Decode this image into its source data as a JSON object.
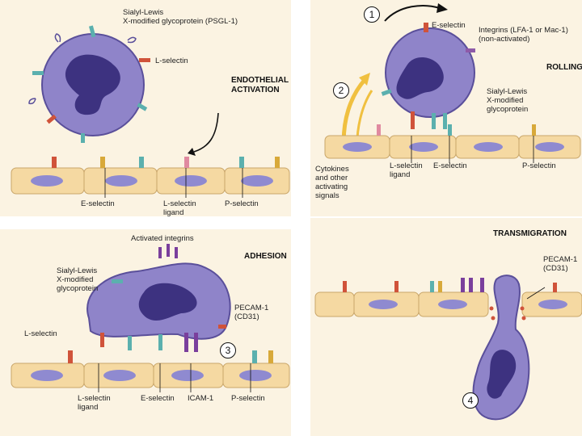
{
  "panel_rest": {
    "sialyl": "Sialyl-Lewis\nX-modified glycoprotein (PSGL-1)",
    "l_selectin": "L-selectin",
    "endothelial_activation": "ENDOTHELIAL\nACTIVATION",
    "e_selectin": "E-selectin",
    "l_selectin_ligand": "L-selectin\nligand",
    "p_selectin": "P-selectin"
  },
  "panel_rolling": {
    "step": "1",
    "step2": "2",
    "e_selectin_top": "E-selectin",
    "integrins": "Integrins (LFA-1 or Mac-1)\n(non-activated)",
    "rolling": "ROLLING",
    "sialyl": "Sialyl-Lewis\nX-modified\nglycoprotein",
    "cytokines": "Cytokines\nand other\nactivating\nsignals",
    "l_selectin_ligand": "L-selectin\nligand",
    "e_selectin": "E-selectin",
    "p_selectin": "P-selectin"
  },
  "panel_adhesion": {
    "activated_integrins": "Activated integrins",
    "adhesion": "ADHESION",
    "sialyl": "Sialyl-Lewis\nX-modified\nglycoprotein",
    "pecam": "PECAM-1\n(CD31)",
    "l_selectin": "L-selectin",
    "step": "3",
    "l_selectin_ligand": "L-selectin\nligand",
    "e_selectin": "E-selectin",
    "icam": "ICAM-1",
    "p_selectin": "P-selectin"
  },
  "panel_transmigration": {
    "transmigration": "TRANSMIGRATION",
    "pecam": "PECAM-1\n(CD31)",
    "step": "4"
  },
  "colors": {
    "background": "#fbf3e2",
    "cell_body": "#8f84c9",
    "nucleus": "#3d3280",
    "endothelium": "#f5d9a2",
    "endothelium_nucleus": "#8f8ad0",
    "l_selectin": "#d0533a",
    "e_selectin": "#5bb0ae",
    "p_selectin": "#d8a93a",
    "integrin": "#7a3f9c",
    "arrow_yellow": "#f0c040"
  }
}
